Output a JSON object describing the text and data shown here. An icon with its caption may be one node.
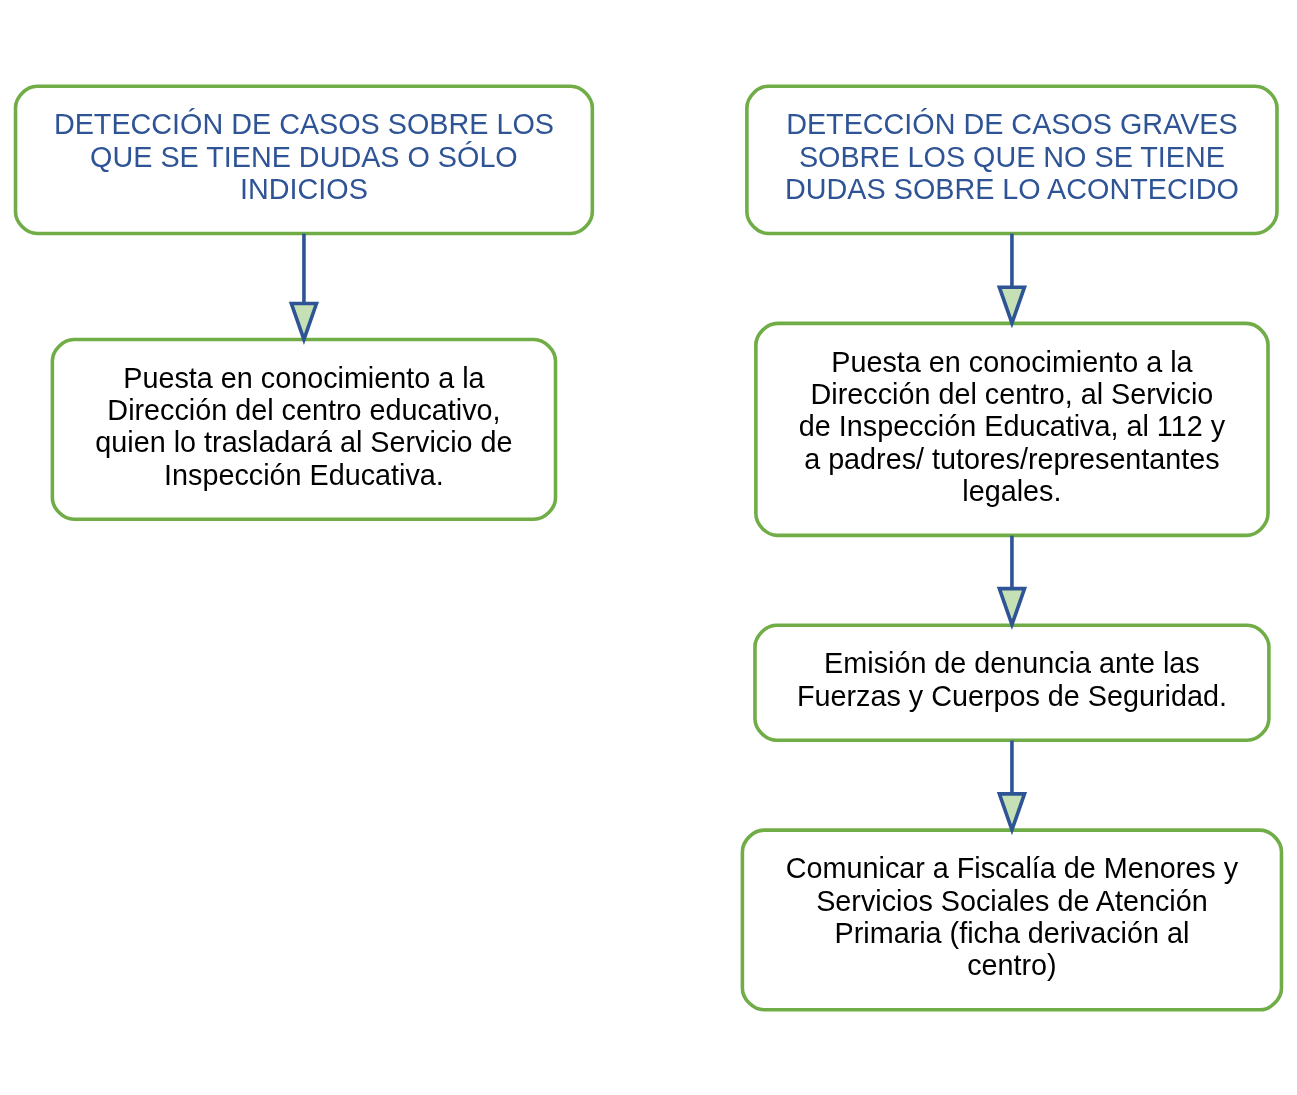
{
  "diagram": {
    "nodes": [
      {
        "text": [
          "DETECCIÓN DE CASOS SOBRE LOS QUE SE TIENE DUDAS O SÓLO INDICIOS"
        ]
      },
      {
        "text": [
          "Puesta en conocimiento a la Dirección del centro educativo, quien lo trasladará al Servicio de Inspección Educativa."
        ]
      },
      {
        "text": [
          "DETECCIÓN DE CASOS GRAVES SOBRE LOS QUE NO SE TIENE DUDAS SOBRE LO ACONTECIDO"
        ]
      },
      {
        "text": [
          "Puesta en conocimiento a la Dirección del centro, al Servicio de Inspección Educativa, al 112 y a padres/ tutores/representantes legales."
        ]
      },
      {
        "text": [
          "Emisión de denuncia ante las Fuerzas y Cuerpos de Seguridad."
        ]
      },
      {
        "text": [
          "Comunicar a Fiscalía de Menores y Servicios Sociales de Atención Primaria (ficha derivación al centro)"
        ]
      }
    ],
    "edges": [
      {
        "from": 0,
        "to": 1,
        "arrow": "to"
      },
      {
        "from": 2,
        "to": 3,
        "arrow": "to"
      },
      {
        "from": 3,
        "to": 4,
        "arrow": "to"
      },
      {
        "from": 4,
        "to": 5,
        "arrow": "to"
      }
    ]
  }
}
